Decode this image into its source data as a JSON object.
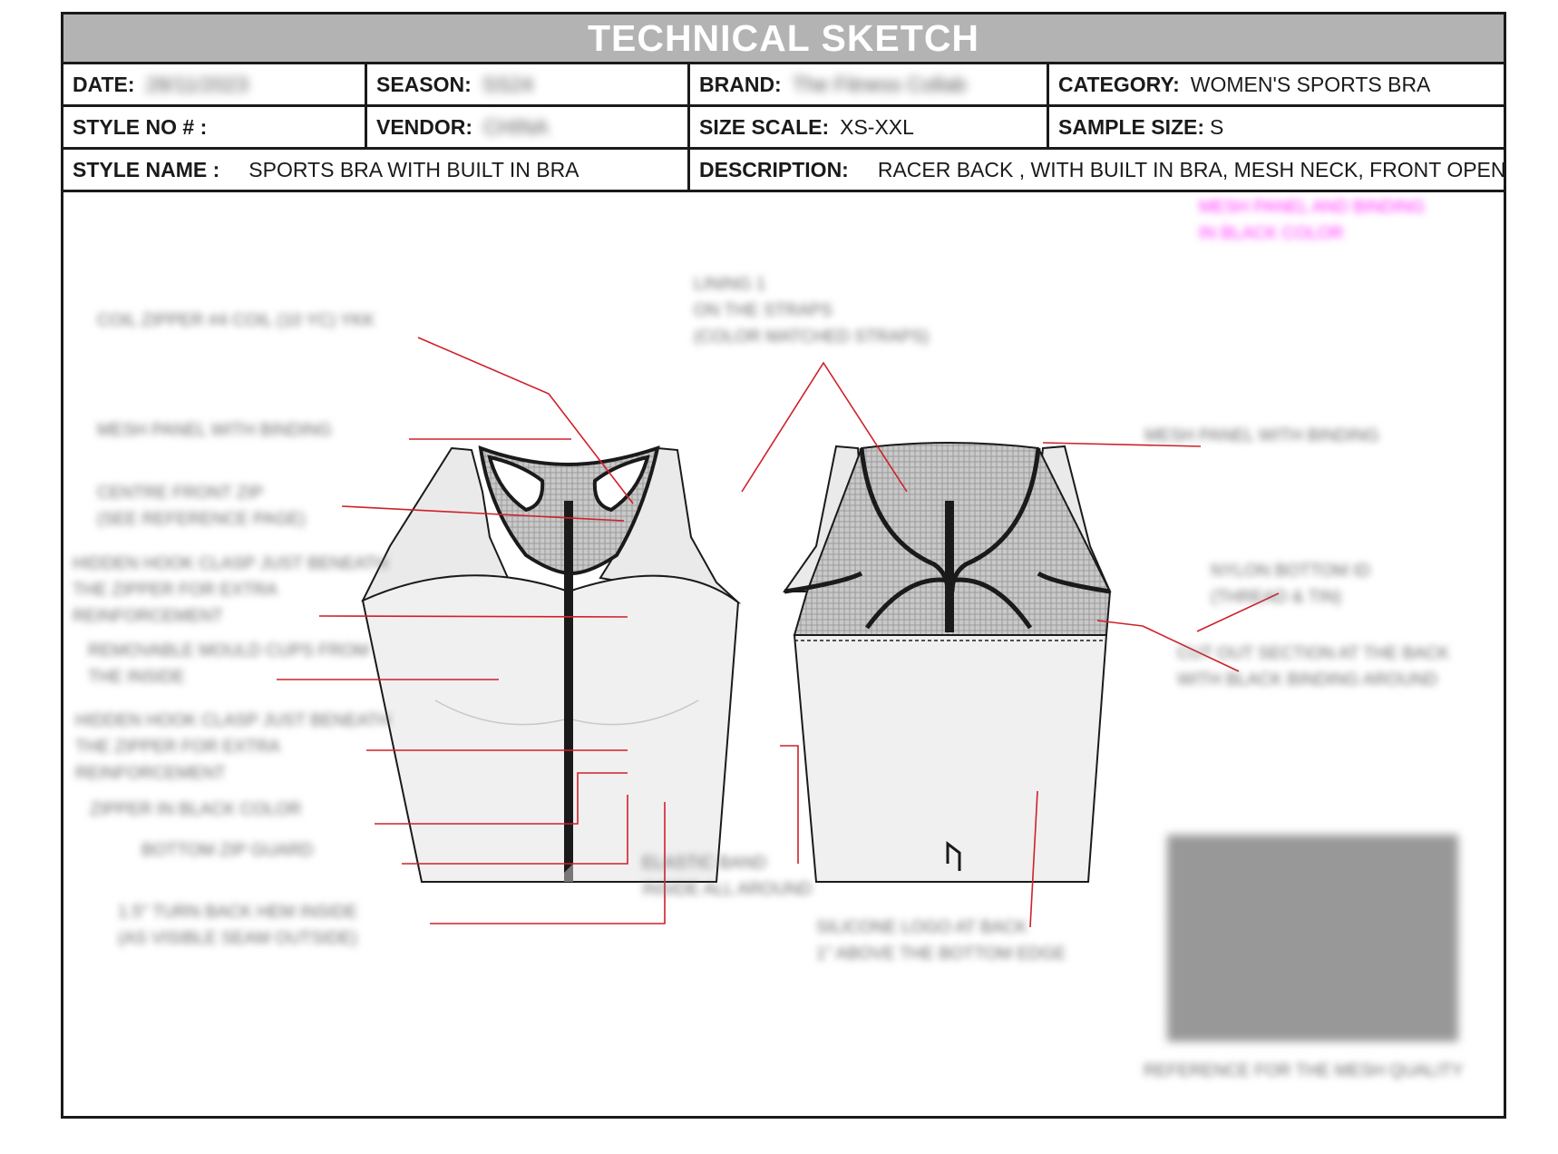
{
  "header": {
    "title": "TECHNICAL SKETCH",
    "date_label": "DATE:",
    "date_value": "28/11/2023",
    "season_label": "SEASON:",
    "season_value": "SS24",
    "brand_label": "BRAND:",
    "brand_value": "The Fitness Collab",
    "category_label": "CATEGORY:",
    "category_value": "WOMEN'S SPORTS BRA",
    "style_no_label": "STYLE NO # :",
    "style_no_value": "",
    "vendor_label": "VENDOR:",
    "vendor_value": "CHINA",
    "size_scale_label": "SIZE SCALE:",
    "size_scale_value": "XS-XXL",
    "sample_size_label": "SAMPLE SIZE:",
    "sample_size_value": "S",
    "style_name_label": "STYLE NAME :",
    "style_name_value": "SPORTS BRA WITH BUILT IN BRA",
    "description_label": "DESCRIPTION:",
    "description_value": "RACER BACK , WITH BUILT IN BRA, MESH NECK, FRONT OPEN"
  },
  "notes": {
    "coil_zipper": "COIL ZIPPER #4 COIL (10 YC) YKK",
    "mesh_front": "MESH PANEL WITH BINDING",
    "centre_zip": "CENTRE FRONT ZIP\n(SEE REFERENCE PAGE)",
    "hook_clasp_top": "HIDDEN HOOK CLASP JUST BENEATH\nTHE ZIPPER FOR EXTRA\nREINFORCEMENT",
    "moulded_cups": "REMOVABLE MOULD CUPS FROM\nTHE INSIDE",
    "hook_clasp_bottom": "HIDDEN HOOK CLASP JUST BENEATH\nTHE ZIPPER FOR EXTRA\nREINFORCEMENT",
    "zipper_color": "ZIPPER IN BLACK COLOR",
    "bottom_zip_guard": "BOTTOM ZIP GUARD",
    "turn_back": "1.5\" TURN BACK HEM INSIDE\n(AS VISIBLE SEAM OUTSIDE)",
    "elastic_band": "ELASTIC BAND\nINSIDE ALL AROUND",
    "lining": "LINING 1\nON THE STRAPS\n(COLOR MATCHED STRAPS)",
    "mesh_back": "MESH PANEL WITH BINDING",
    "mesh_color": "MESH PANEL AND BINDING\nIN BLACK COLOR",
    "bra_bottom": "NYLON BOTTOM ID\n(THREAD & TIN)",
    "cut_out": "CUT OUT SECTION AT THE BACK\nWITH BLACK BINDING AROUND",
    "silicone_logo": "SILICONE LOGO AT BACK\n1\" ABOVE THE BOTTOM EDGE",
    "mesh_reference": "REFERENCE FOR THE MESH QUALITY"
  },
  "colors": {
    "callout_line": "#d0202a",
    "mesh_color_note": "#ff2bff",
    "title_bar": "#b3b3b3"
  }
}
